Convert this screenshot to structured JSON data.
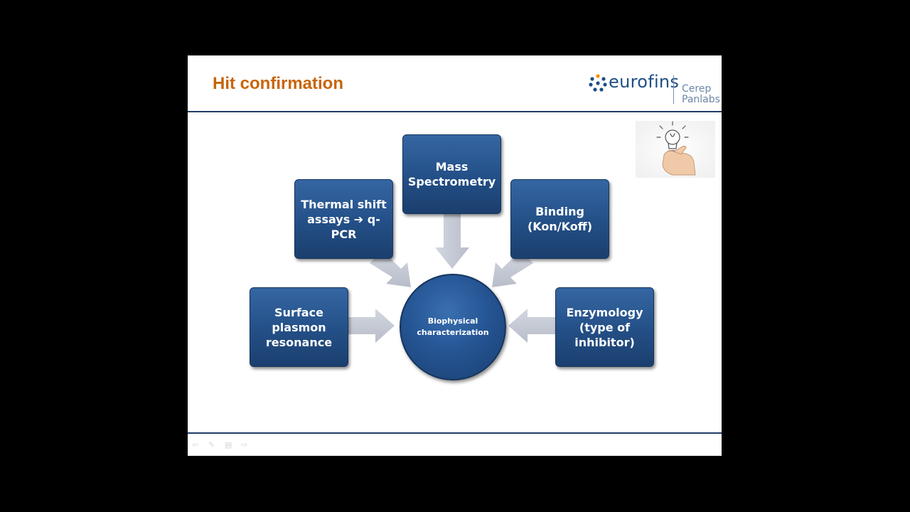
{
  "slide": {
    "title": "Hit confirmation",
    "logo": {
      "brand": "eurofins",
      "sub_line1": "Cerep",
      "sub_line2": "Panlabs"
    },
    "decor_icon": "lightbulb-hand-icon"
  },
  "diagram": {
    "center": {
      "line1": "Biophysical",
      "line2": "characterization"
    },
    "nodes": [
      {
        "id": "mass",
        "line1": "Mass",
        "line2": "Spectrometry"
      },
      {
        "id": "thermal",
        "line1": "Thermal shift",
        "line2": "assays ➔ q-PCR"
      },
      {
        "id": "binding",
        "line1": "Binding",
        "line2": "(Kon/Koff)"
      },
      {
        "id": "spr",
        "line1": "Surface",
        "line2": "plasmon",
        "line3": "resonance"
      },
      {
        "id": "enzymology",
        "line1": "Enzymology",
        "line2": "(type of",
        "line3": "inhibitor)"
      }
    ]
  },
  "colors": {
    "title": "#c8650a",
    "box_fill": "#234f86",
    "arrow_fill": "#c5cad6",
    "rule": "#1f3d66",
    "brand": "#1d4f86"
  },
  "footer": {
    "icons": [
      "back-arrow-icon",
      "pen-icon",
      "menu-icon",
      "forward-arrow-icon"
    ]
  }
}
